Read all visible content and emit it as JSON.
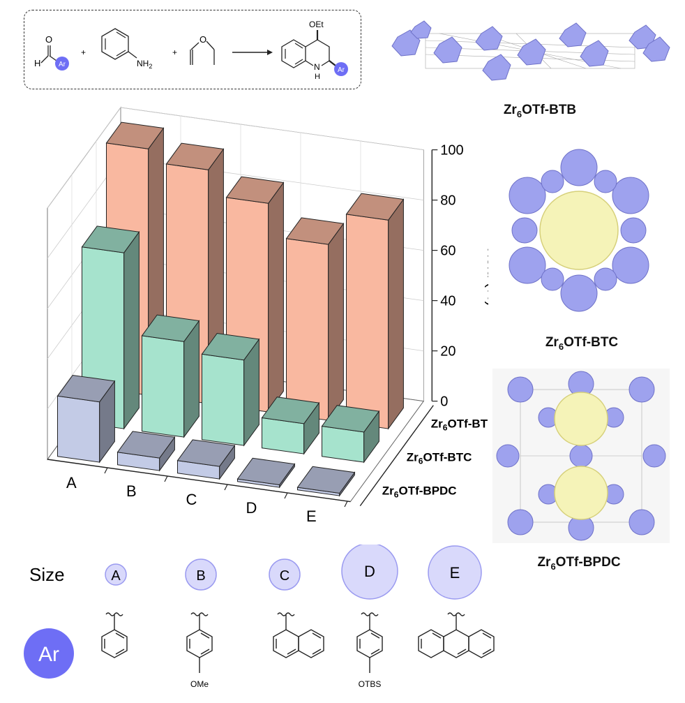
{
  "reaction": {
    "oet_label": "OEt",
    "h_label": "H",
    "o_label": "O",
    "ar_label": "Ar",
    "nh2_label": "NH",
    "nh2_sub": "2",
    "nh_label": "N",
    "nh_h_label": "H",
    "plus": "+"
  },
  "mofs": [
    {
      "name_prefix": "Zr",
      "name_sub": "6",
      "name_suffix": "OTf-BTB"
    },
    {
      "name_prefix": "Zr",
      "name_sub": "6",
      "name_suffix": "OTf-BTC"
    },
    {
      "name_prefix": "Zr",
      "name_sub": "6",
      "name_suffix": "OTf-BPDC"
    }
  ],
  "chart_data": {
    "type": "bar",
    "subtype": "3d-grouped",
    "categories": [
      "A",
      "B",
      "C",
      "D",
      "E"
    ],
    "zlabel": "Yield (%)",
    "zlim": [
      0,
      100
    ],
    "zticks": [
      "0",
      "20",
      "40",
      "60",
      "80",
      "100"
    ],
    "series": [
      {
        "name_prefix": "Zr",
        "name_sub": "6",
        "name_suffix": "OTf-BTB",
        "color": "#f9b8a0",
        "values": [
          98,
          93,
          83,
          70,
          83
        ]
      },
      {
        "name_prefix": "Zr",
        "name_sub": "6",
        "name_suffix": "OTf-BTC",
        "color": "#a6e3cd",
        "values": [
          70,
          38,
          34,
          12,
          12
        ]
      },
      {
        "name_prefix": "Zr",
        "name_sub": "6",
        "name_suffix": "OTf-BPDC",
        "color": "#c3cbe6",
        "values": [
          24,
          5,
          5,
          1,
          1
        ]
      }
    ]
  },
  "size_row": {
    "label": "Size",
    "circles": [
      "A",
      "B",
      "C",
      "D",
      "E"
    ]
  },
  "ar_row": {
    "ar_label": "Ar",
    "ome_label": "OMe",
    "otbs_label": "OTBS"
  },
  "colors": {
    "ar_circle": "#6e6ef5",
    "size_circle": "#d9d9fb",
    "size_stroke": "#9a9af0",
    "mof_node": "#9ea2ee"
  }
}
